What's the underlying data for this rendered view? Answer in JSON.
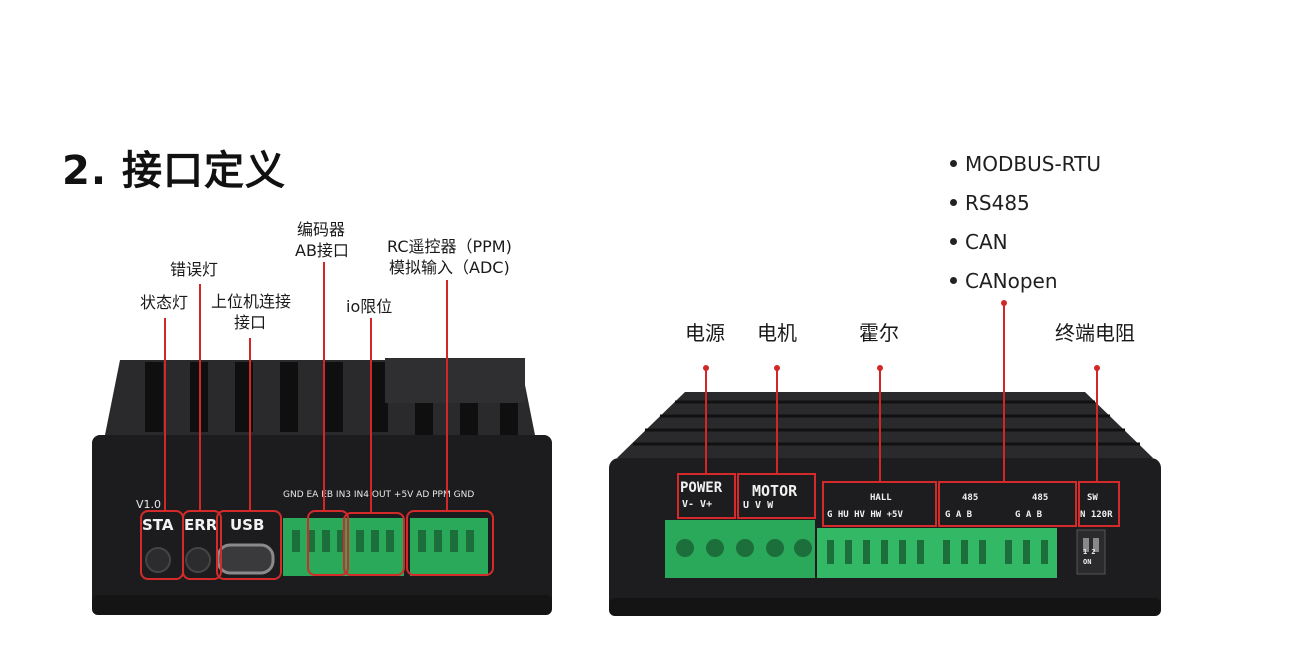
{
  "title": "2. 接口定义",
  "left_device": {
    "callouts": {
      "status_led": "状态灯",
      "error_led": "错误灯",
      "pc_port_line1": "上位机连接",
      "pc_port_line2": "接口",
      "encoder_line1": "编码器",
      "encoder_line2": "AB接口",
      "io_limit": "io限位",
      "rc_line1": "RC遥控器（PPM)",
      "rc_line2": "模拟输入（ADC)"
    },
    "panel_labels": {
      "version": "V1.0",
      "sta": "STA",
      "err": "ERR",
      "usb": "USB",
      "pins": "GND  EA  EB  IN3  IN4  OUT  +5V  AD  PPM  GND"
    }
  },
  "right_device": {
    "protocols": [
      "MODBUS-RTU",
      "RS485",
      "CAN",
      "CANopen"
    ],
    "callouts": {
      "power": "电源",
      "motor": "电机",
      "hall": "霍尔",
      "terminal_resistor": "终端电阻"
    },
    "panel_labels": {
      "power": "POWER",
      "power_pins": "V-   V+",
      "motor": "MOTOR",
      "motor_pins": "U    V    W",
      "hall": "HALL",
      "hall_pins": "G  HU  HV  HW  +5V",
      "bus1": "485",
      "bus1_pins": "G   A   B",
      "bus2": "485",
      "bus2_pins": "G   A   B",
      "sw": "SW",
      "sw_pins": "N 120R",
      "dip": "1  2",
      "dip_on": "ON"
    }
  },
  "colors": {
    "callout_red": "#d32626",
    "device_body": "#1b1b1d",
    "connector_green": "#2aa95a"
  }
}
